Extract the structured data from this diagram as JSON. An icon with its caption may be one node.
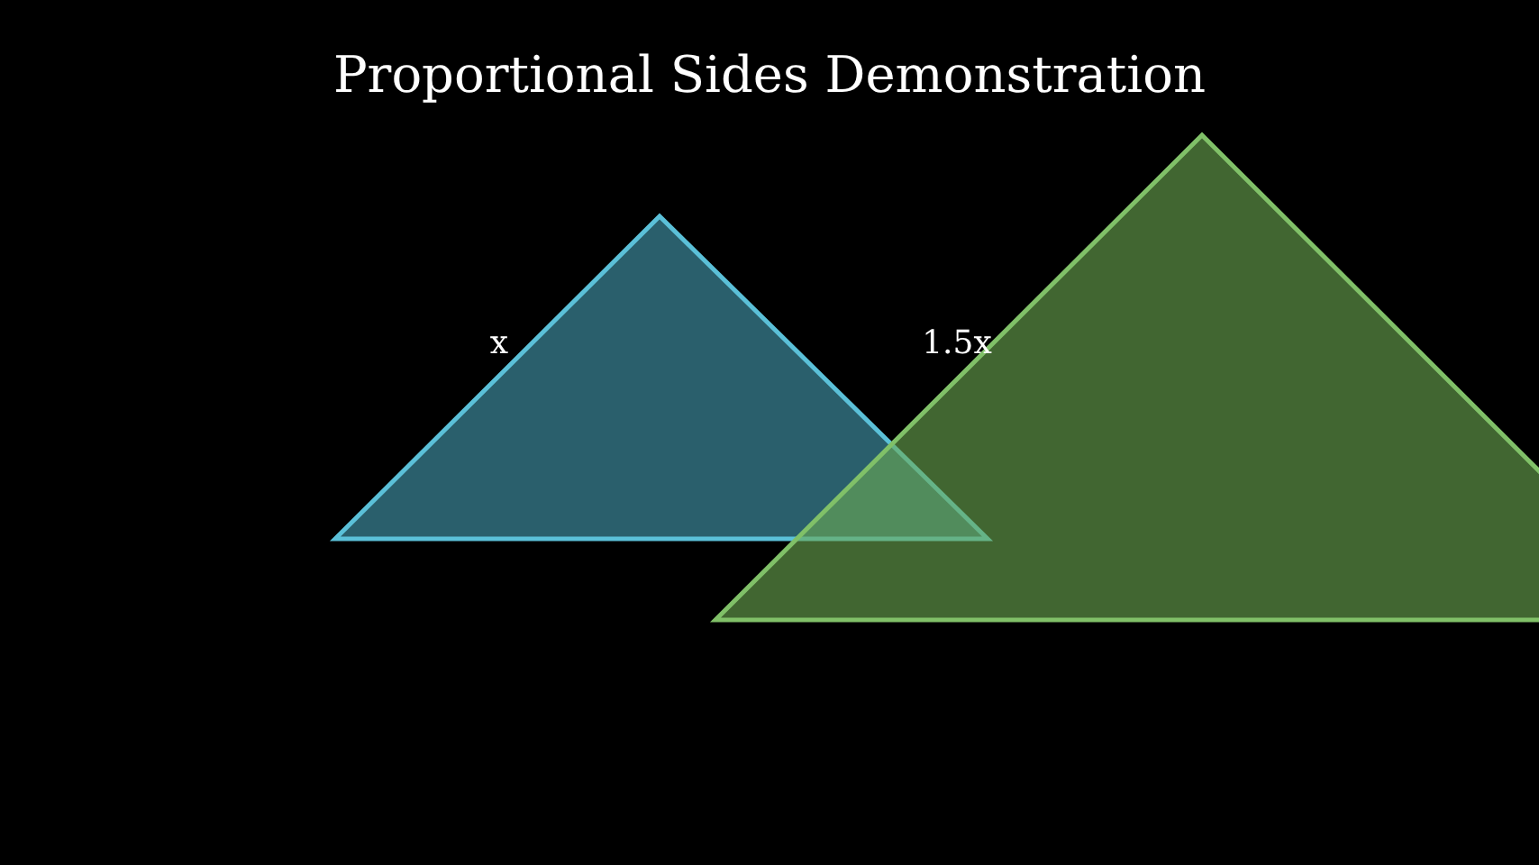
{
  "diagram": {
    "title": "Proportional Sides Demonstration",
    "labels": [
      "x",
      "1.5x"
    ]
  }
}
